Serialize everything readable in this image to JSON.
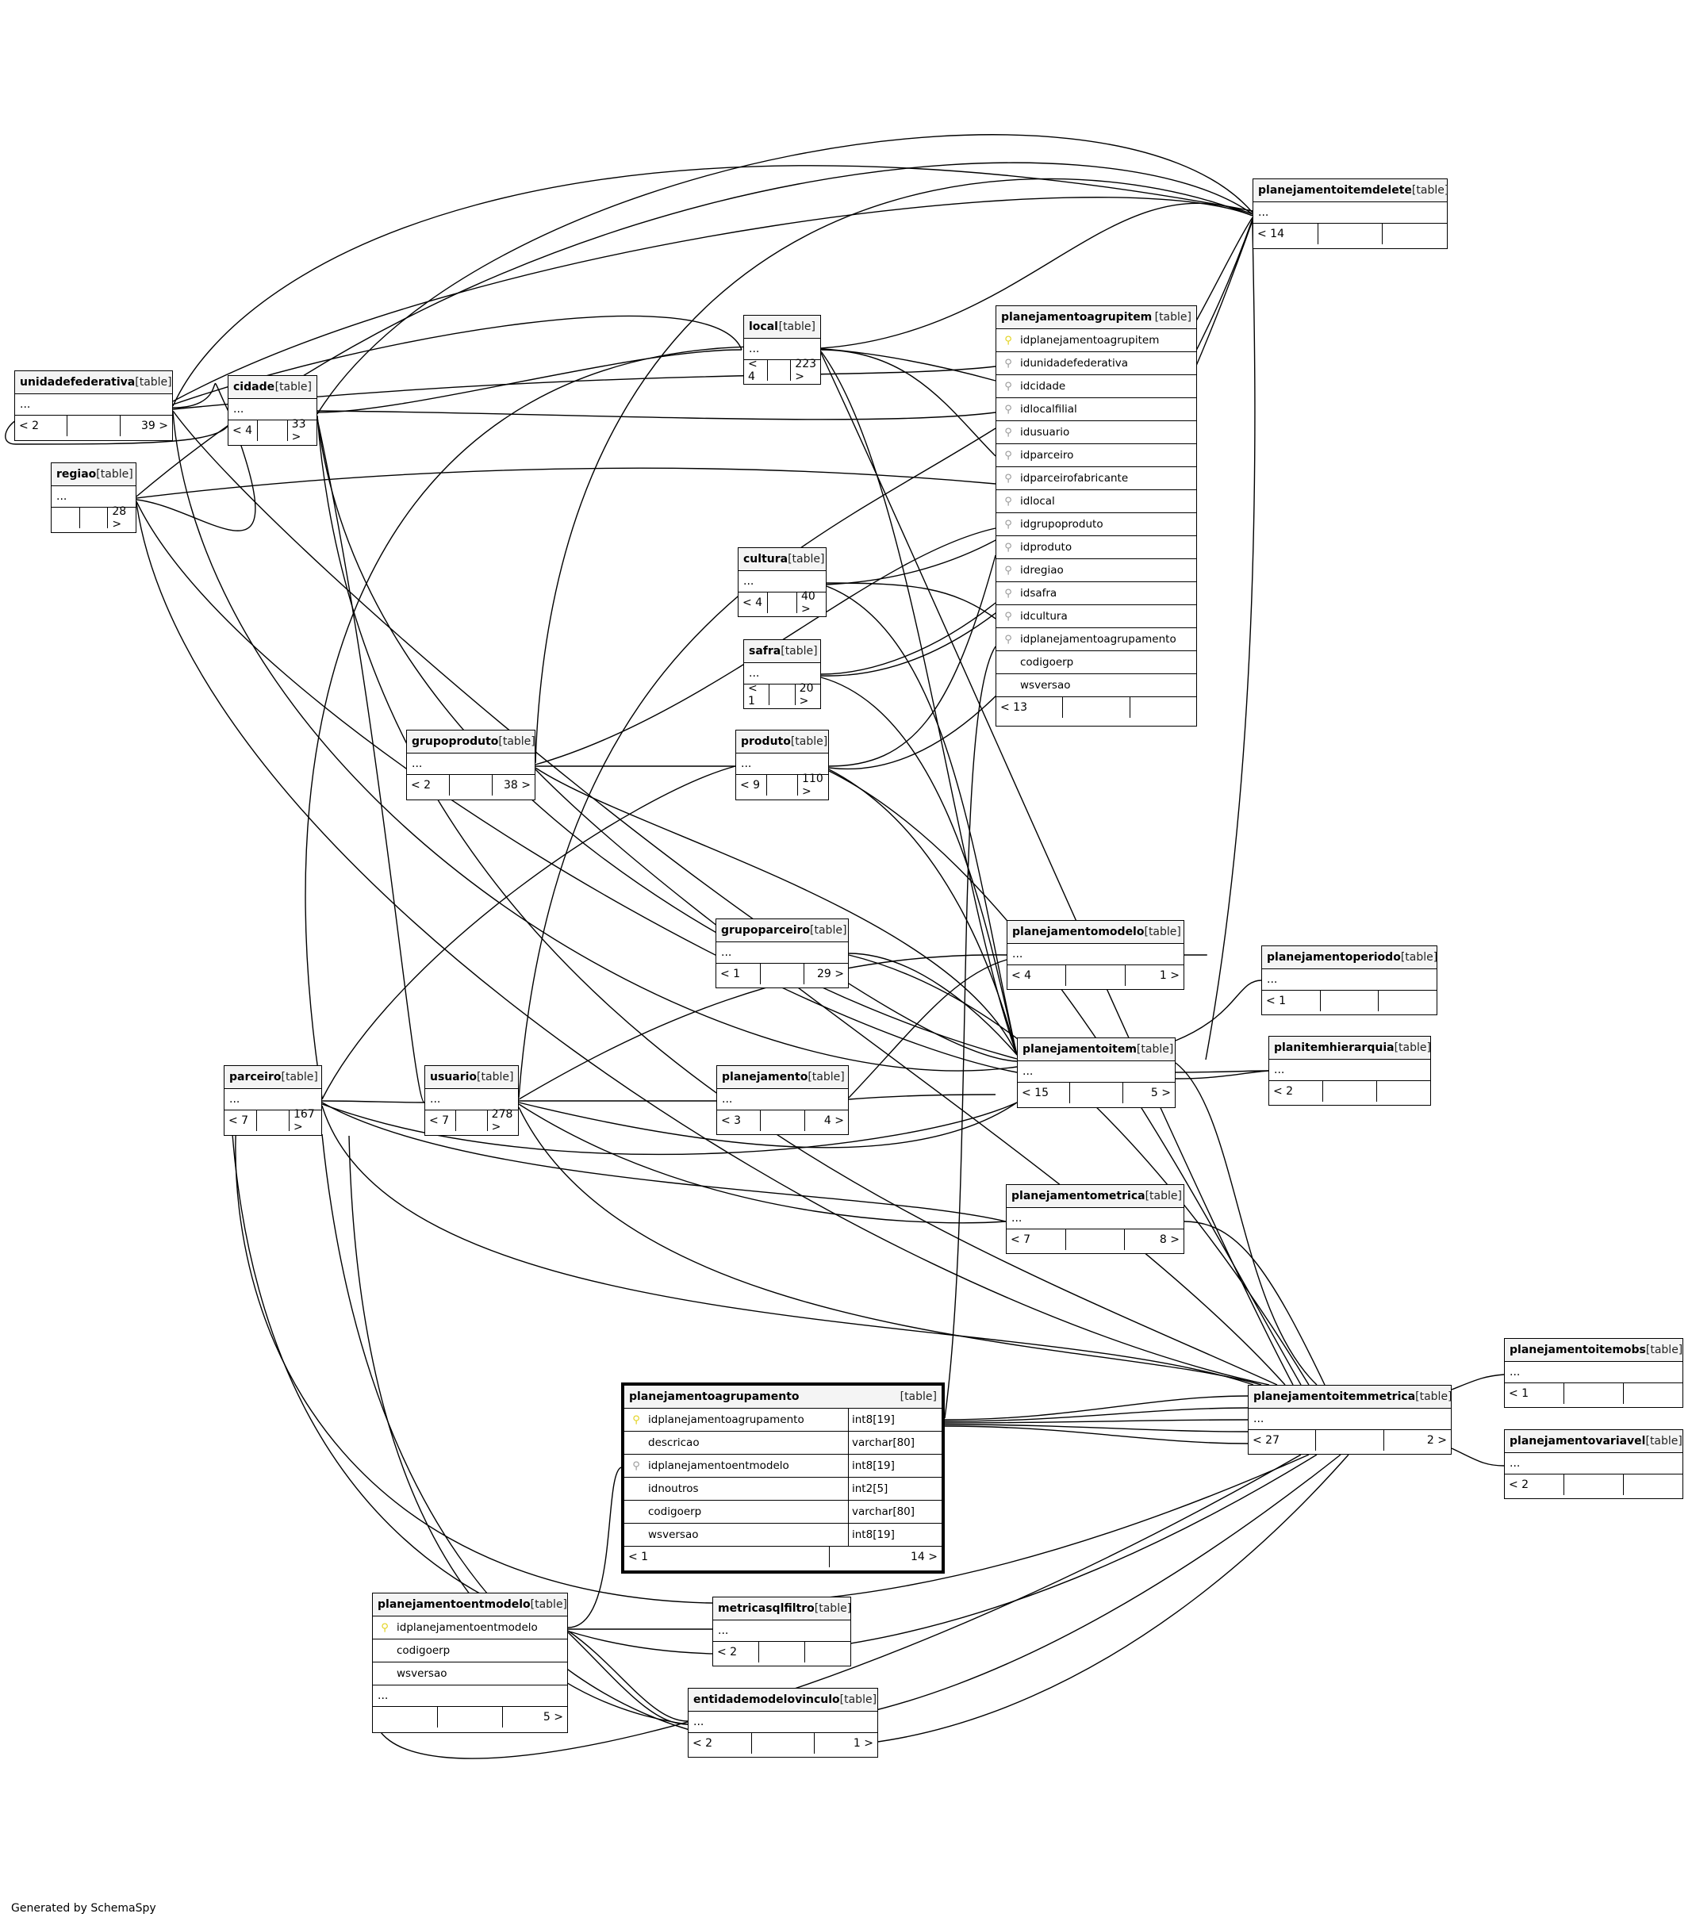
{
  "footer_credit": "Generated by SchemaSpy",
  "table_tag": "[table]",
  "tables": {
    "planejamentoitemdelete": {
      "name": "planejamentoitemdelete",
      "ellipsis": "...",
      "footer": [
        "< 14",
        "",
        ""
      ]
    },
    "local": {
      "name": "local",
      "ellipsis": "...",
      "footer": [
        "< 4",
        "",
        "223 >"
      ]
    },
    "planejamentoagrupitem": {
      "name": "planejamentoagrupitem",
      "columns": [
        {
          "name": "idplanejamentoagrupitem",
          "key": "pk"
        },
        {
          "name": "idunidadefederativa",
          "key": "fk"
        },
        {
          "name": "idcidade",
          "key": "fk"
        },
        {
          "name": "idlocalfilial",
          "key": "fk"
        },
        {
          "name": "idusuario",
          "key": "fk"
        },
        {
          "name": "idparceiro",
          "key": "fk"
        },
        {
          "name": "idparceirofabricante",
          "key": "fk"
        },
        {
          "name": "idlocal",
          "key": "fk"
        },
        {
          "name": "idgrupoproduto",
          "key": "fk"
        },
        {
          "name": "idproduto",
          "key": "fk"
        },
        {
          "name": "idregiao",
          "key": "fk"
        },
        {
          "name": "idsafra",
          "key": "fk"
        },
        {
          "name": "idcultura",
          "key": "fk"
        },
        {
          "name": "idplanejamentoagrupamento",
          "key": "fk"
        },
        {
          "name": "codigoerp",
          "key": "none"
        },
        {
          "name": "wsversao",
          "key": "none"
        }
      ],
      "footer": [
        "< 13",
        "",
        ""
      ]
    },
    "unidadefederativa": {
      "name": "unidadefederativa",
      "ellipsis": "...",
      "footer": [
        "< 2",
        "",
        "39 >"
      ]
    },
    "cidade": {
      "name": "cidade",
      "ellipsis": "...",
      "footer": [
        "< 4",
        "",
        "33 >"
      ]
    },
    "regiao": {
      "name": "regiao",
      "ellipsis": "...",
      "footer": [
        "",
        "",
        "28 >"
      ]
    },
    "cultura": {
      "name": "cultura",
      "ellipsis": "...",
      "footer": [
        "< 4",
        "",
        "40 >"
      ]
    },
    "safra": {
      "name": "safra",
      "ellipsis": "...",
      "footer": [
        "< 1",
        "",
        "20 >"
      ]
    },
    "grupoproduto": {
      "name": "grupoproduto",
      "ellipsis": "...",
      "footer": [
        "< 2",
        "",
        "38 >"
      ]
    },
    "produto": {
      "name": "produto",
      "ellipsis": "...",
      "footer": [
        "< 9",
        "",
        "110 >"
      ]
    },
    "grupoparceiro": {
      "name": "grupoparceiro",
      "ellipsis": "...",
      "footer": [
        "< 1",
        "",
        "29 >"
      ]
    },
    "planejamentomodelo": {
      "name": "planejamentomodelo",
      "ellipsis": "...",
      "footer": [
        "< 4",
        "",
        "1 >"
      ]
    },
    "planejamentoperiodo": {
      "name": "planejamentoperiodo",
      "ellipsis": "...",
      "footer": [
        "< 1",
        "",
        ""
      ]
    },
    "planejamentoitem": {
      "name": "planejamentoitem",
      "ellipsis": "...",
      "footer": [
        "< 15",
        "",
        "5 >"
      ]
    },
    "planitemhierarquia": {
      "name": "planitemhierarquia",
      "ellipsis": "...",
      "footer": [
        "< 2",
        "",
        ""
      ]
    },
    "parceiro": {
      "name": "parceiro",
      "ellipsis": "...",
      "footer": [
        "< 7",
        "",
        "167 >"
      ]
    },
    "usuario": {
      "name": "usuario",
      "ellipsis": "...",
      "footer": [
        "< 7",
        "",
        "278 >"
      ]
    },
    "planejamento": {
      "name": "planejamento",
      "ellipsis": "...",
      "footer": [
        "< 3",
        "",
        "4 >"
      ]
    },
    "planejamentometrica": {
      "name": "planejamentometrica",
      "ellipsis": "...",
      "footer": [
        "< 7",
        "",
        "8 >"
      ]
    },
    "planejamentoagrupamento": {
      "name": "planejamentoagrupamento",
      "columns": [
        {
          "name": "idplanejamentoagrupamento",
          "key": "pk",
          "type": "int8[19]"
        },
        {
          "name": "descricao",
          "key": "none",
          "type": "varchar[80]"
        },
        {
          "name": "idplanejamentoentmodelo",
          "key": "fk",
          "type": "int8[19]"
        },
        {
          "name": "idnoutros",
          "key": "none",
          "type": "int2[5]"
        },
        {
          "name": "codigoerp",
          "key": "none",
          "type": "varchar[80]"
        },
        {
          "name": "wsversao",
          "key": "none",
          "type": "int8[19]"
        }
      ],
      "footer": [
        "< 1",
        "14 >"
      ]
    },
    "planejamentoitemmetrica": {
      "name": "planejamentoitemmetrica",
      "ellipsis": "...",
      "footer": [
        "< 27",
        "",
        "2 >"
      ]
    },
    "planejamentoitemobs": {
      "name": "planejamentoitemobs",
      "ellipsis": "...",
      "footer": [
        "< 1",
        "",
        ""
      ]
    },
    "planejamentovariavel": {
      "name": "planejamentovariavel",
      "ellipsis": "...",
      "footer": [
        "< 2",
        "",
        ""
      ]
    },
    "planejamentoentmodelo": {
      "name": "planejamentoentmodelo",
      "columns": [
        {
          "name": "idplanejamentoentmodelo",
          "key": "pk"
        },
        {
          "name": "codigoerp",
          "key": "none"
        },
        {
          "name": "wsversao",
          "key": "none"
        }
      ],
      "ellipsis": "...",
      "footer": [
        "",
        "",
        "5 >"
      ]
    },
    "metricasqlfiltro": {
      "name": "metricasqlfiltro",
      "ellipsis": "...",
      "footer": [
        "< 2",
        "",
        ""
      ]
    },
    "entidademodelovinculo": {
      "name": "entidademodelovinculo",
      "ellipsis": "...",
      "footer": [
        "< 2",
        "",
        "1 >"
      ]
    }
  }
}
